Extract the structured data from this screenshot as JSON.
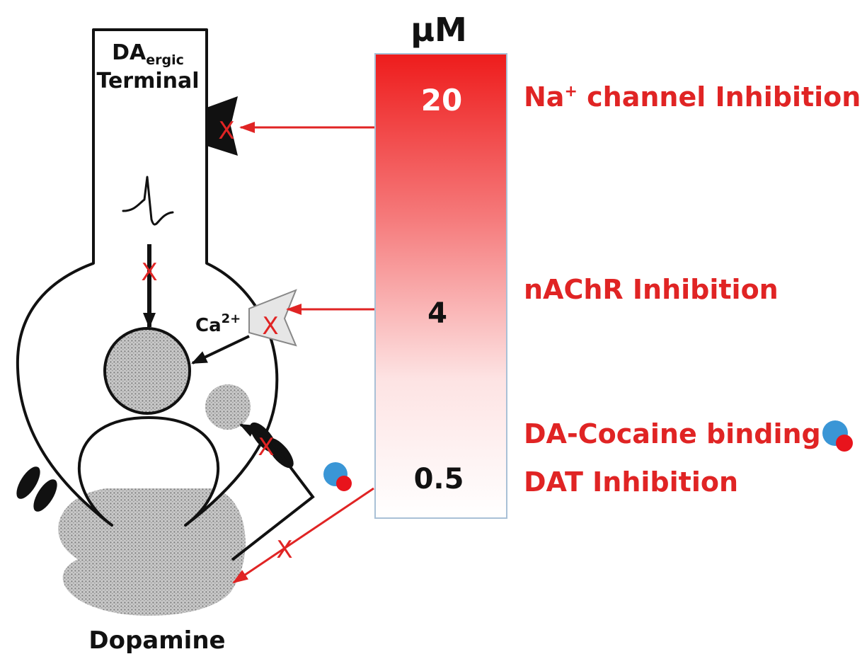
{
  "scale": {
    "unit": "μM",
    "values": [
      "20",
      "4",
      "0.5"
    ]
  },
  "effects": {
    "na_channel": {
      "prefix": "Na",
      "superscript": "+",
      "text": " channel Inhibition"
    },
    "nachr": "nAChR Inhibition",
    "da_cocaine": "DA-Cocaine binding",
    "dat": "DAT Inhibition"
  },
  "neuron": {
    "terminal_da": "DA",
    "terminal_sub": "ergic",
    "terminal_label": "Terminal",
    "calcium": "Ca",
    "calcium_charge": "2+",
    "dopamine": "Dopamine"
  },
  "block_mark": "X",
  "colors": {
    "accent_red": "#e02424",
    "cocaine_blue": "#3a96d6",
    "cocaine_red": "#e8141c",
    "vesicle_gray": "#b5b5b5"
  }
}
